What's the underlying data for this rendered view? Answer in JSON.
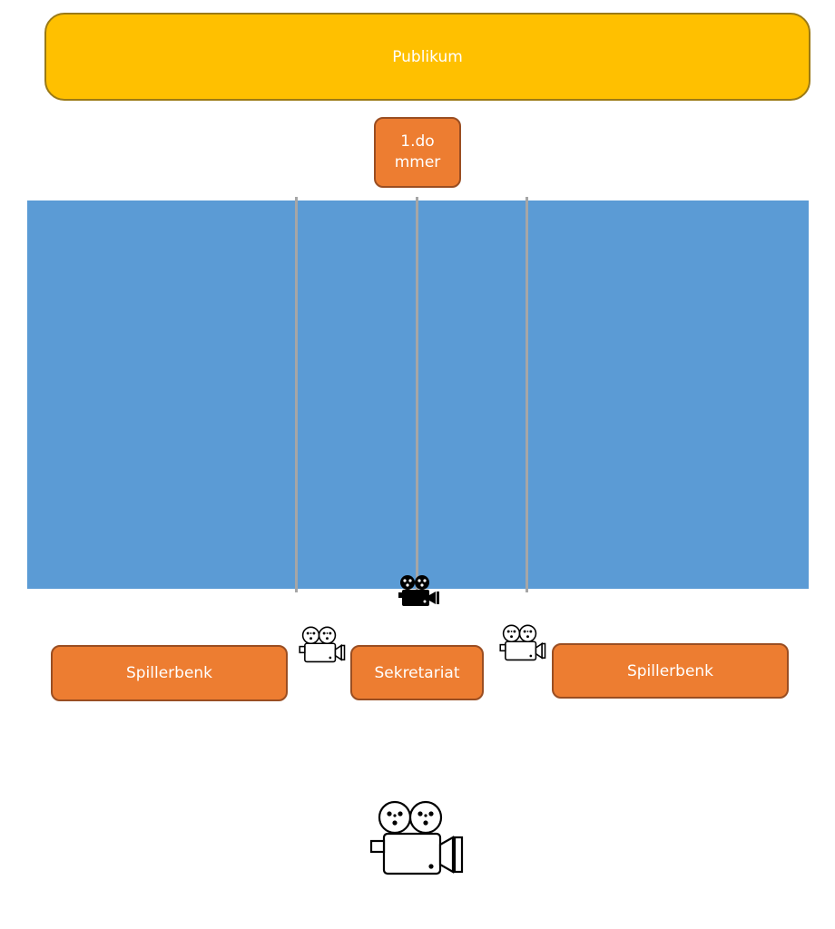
{
  "audience": {
    "label": "Publikum"
  },
  "referee": {
    "label": "1.do\nmmer"
  },
  "benches": {
    "left": {
      "label": "Spillerbenk"
    },
    "right": {
      "label": "Spillerbenk"
    }
  },
  "secretariat": {
    "label": "Sekretariat"
  },
  "cameras": [
    {
      "icon": "video-camera-icon",
      "style": "filled"
    },
    {
      "icon": "video-camera-icon",
      "style": "outline"
    },
    {
      "icon": "video-camera-icon",
      "style": "outline"
    },
    {
      "icon": "video-camera-icon",
      "style": "outline"
    }
  ],
  "colors": {
    "audience": "#ffc000",
    "court": "#5b9bd5",
    "court_lines": "#a6a6a6",
    "boxes": "#ed7d31"
  }
}
